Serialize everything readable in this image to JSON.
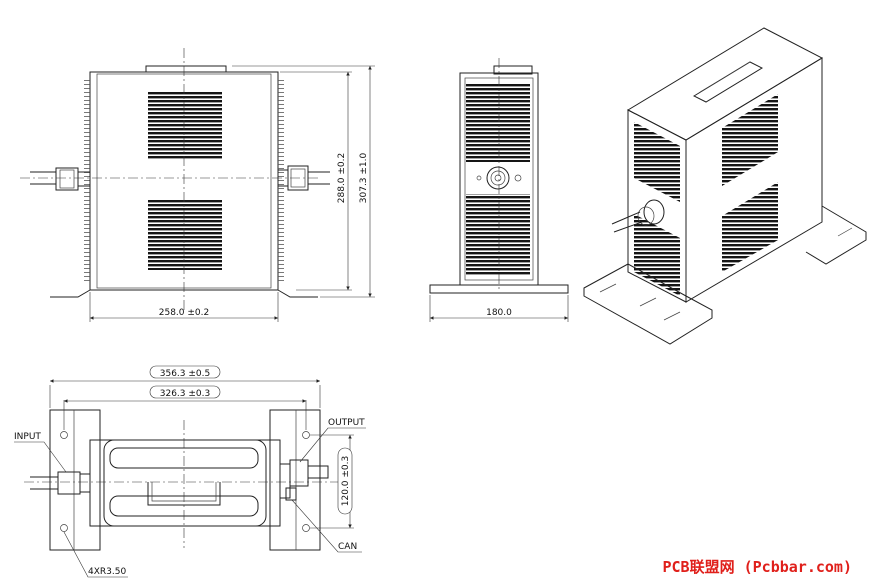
{
  "front_view": {
    "width_dim": "258.0 ±0.2",
    "height_dim_inner": "288.0 ±0.2",
    "height_dim_outer": "307.3 ±1.0"
  },
  "side_view": {
    "width_dim": "180.0"
  },
  "top_view": {
    "length_dim_outer": "356.3 ±0.5",
    "length_dim_inner": "326.3 ±0.3",
    "depth_dim": "120.0 ±0.3",
    "label_input": "INPUT",
    "label_output": "OUTPUT",
    "label_can": "CAN",
    "label_holes": "4XR3.50"
  },
  "watermark": "PCB联盟网 (Pcbbar.com)"
}
